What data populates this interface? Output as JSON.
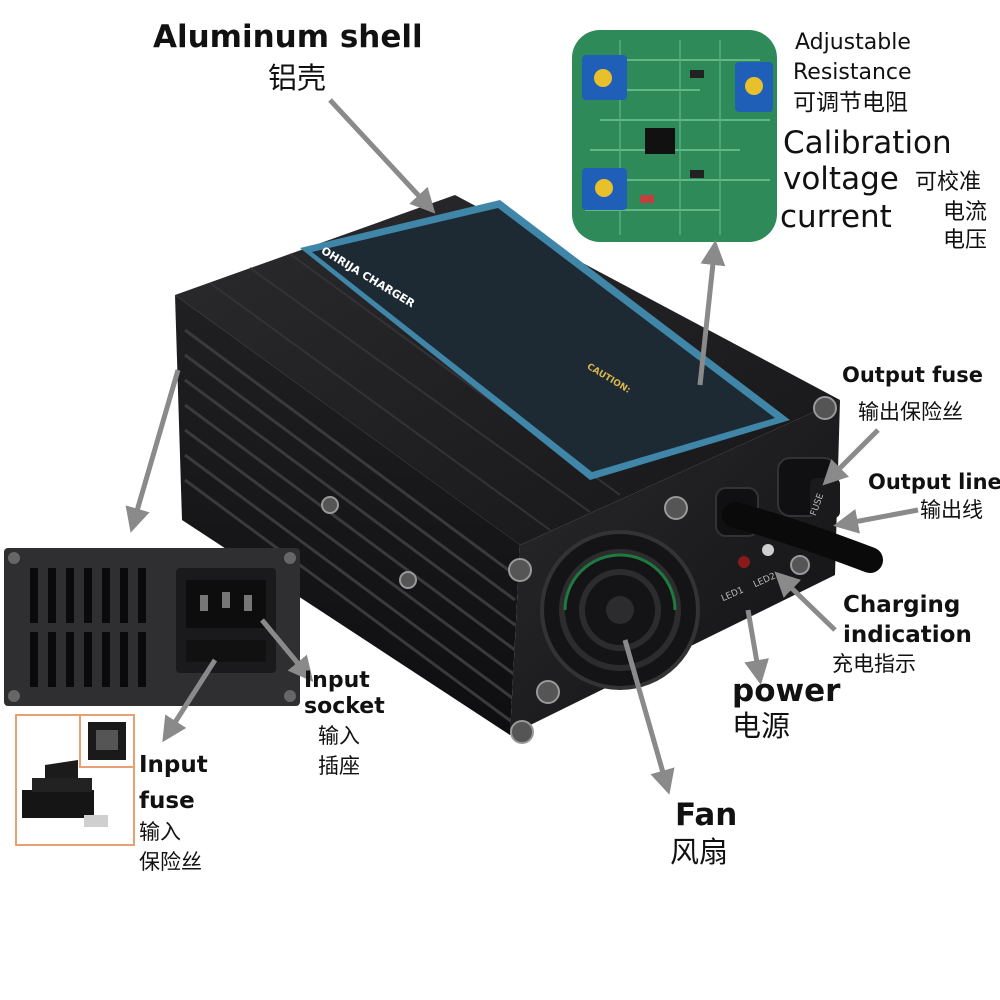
{
  "labels": {
    "aluminum_en": "Aluminum shell",
    "aluminum_zh": "铝壳",
    "adjustable_en_1": "Adjustable",
    "adjustable_en_2": "Resistance",
    "adjustable_zh": "可调节电阻",
    "calibration_en_1": "Calibration",
    "calibration_en_2": "voltage",
    "calibration_en_3": "current",
    "calibration_zh_1": "可校准",
    "calibration_zh_2": "电流",
    "calibration_zh_3": "电压",
    "output_fuse_en": "Output fuse",
    "output_fuse_zh": "输出保险丝",
    "output_line_en": "Output line",
    "output_line_zh": "输出线",
    "charging_en_1": "Charging",
    "charging_en_2": "indication",
    "charging_zh": "充电指示",
    "power_en": "power",
    "power_zh": "电源",
    "fan_en": "Fan",
    "fan_zh": "风扇",
    "input_socket_en_1": "Input",
    "input_socket_en_2": "socket",
    "input_socket_zh_1": "输入",
    "input_socket_zh_2": "插座",
    "input_fuse_en_1": "Input",
    "input_fuse_en_2": "fuse",
    "input_fuse_zh_1": "输入",
    "input_fuse_zh_2": "保险丝"
  },
  "product_sticker": {
    "brand": "OHRIJA CHARGER",
    "caution": "CAUTION:",
    "led1": "LED1",
    "led2": "LED2",
    "fuse": "FUSE"
  },
  "colors": {
    "shell": "#1c1c1e",
    "shell_light": "#3a3a3c",
    "sticker_blue": "#3f86a8",
    "pcb_green": "#2f8a5a",
    "arrow": "#8a8a8a"
  }
}
